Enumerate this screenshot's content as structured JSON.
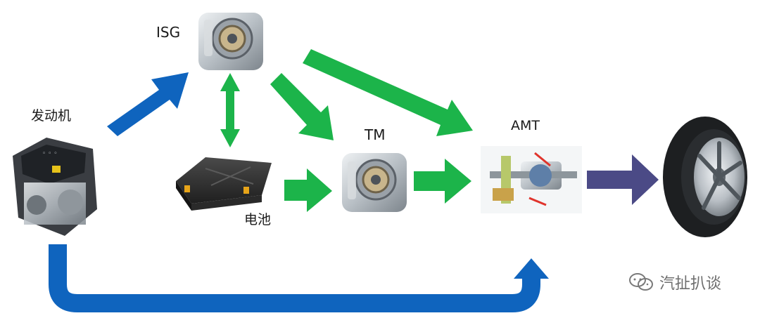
{
  "labels": {
    "isg": "ISG",
    "engine": "发动机",
    "tm": "TM",
    "amt": "AMT",
    "battery": "电池"
  },
  "watermark": {
    "text": "汽扯扒谈",
    "icon": "wechat-icon"
  },
  "colors": {
    "blue_arrow": "#0f64be",
    "green_arrow": "#1cb44a",
    "purple_arrow": "#4b4a86"
  },
  "icons": {
    "isg_unit": "motor-icon",
    "engine": "engine-icon",
    "battery": "battery-pack-icon",
    "tm_unit": "motor-icon",
    "amt": "transmission-icon",
    "wheel": "wheel-tire-icon"
  }
}
